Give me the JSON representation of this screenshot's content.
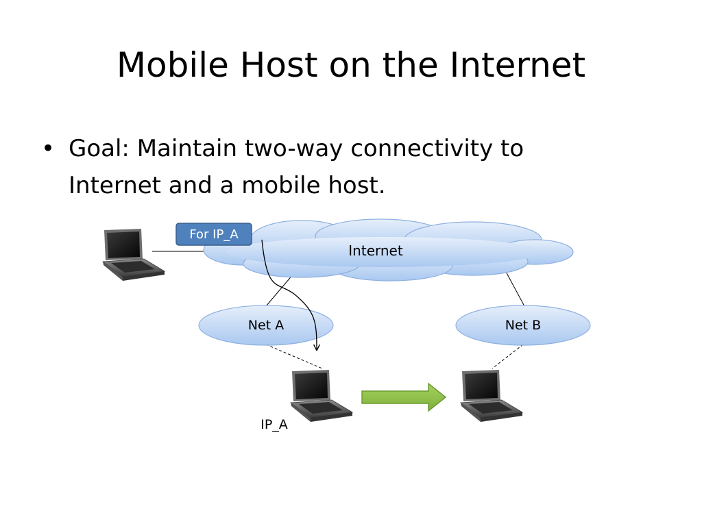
{
  "slide": {
    "title": "Mobile Host on the Internet",
    "bullets": [
      "Goal: Maintain two-way connectivity to Internet and a mobile host."
    ]
  },
  "diagram": {
    "cloud_label": "Internet",
    "net_a_label": "Net A",
    "net_b_label": "Net B",
    "packet_label": "For IP_A",
    "mobile_host_label": "IP_A",
    "colors": {
      "cloud_fill": "#cfe0f7",
      "cloud_stroke": "#8fb0e0",
      "packet_fill": "#4f81bd",
      "packet_stroke": "#385d8a",
      "move_arrow_fill": "#92c04a",
      "move_arrow_stroke": "#6b9b32"
    },
    "icons": [
      "laptop-icon",
      "laptop-icon",
      "laptop-icon"
    ]
  }
}
